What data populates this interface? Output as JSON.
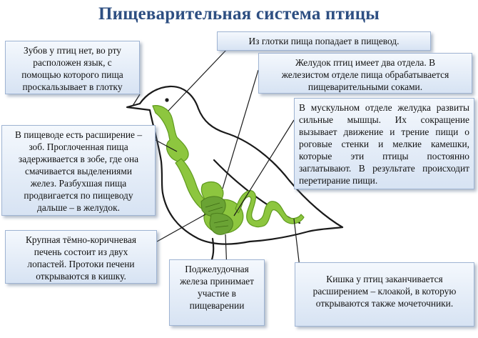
{
  "title": "Пищеварительная система птицы",
  "callouts": {
    "teeth": "Зубов у птиц нет, во рту\nрасположен язык, с\nпомощью которого пища\nпроскальзывает в глотку",
    "esophagus": "Из глотки пища попадает в пищевод.",
    "stomach": "Желудок птиц имеет два отдела. В\nжелезистом отделе пища обрабатывается\nпищеварительными соками.",
    "crop": "В пищеводе есть расширение –\nзоб. Проглоченная пища\nзадерживается в зобе, где она\nсмачивается выделениями\nжелез. Разбухшая пища\nпродвигается по пищеводу\nдальше – в желудок.",
    "muscular": "В мускульном отделе желудка развиты сильные мышцы. Их сокращение вызывает движение и трение пищи о роговые стенки и мелкие камешки, которые эти птицы постоянно заглатывают. В результате происходит перетирание пищи.",
    "liver": "Крупная тёмно-коричневая\nпечень состоит из двух\nлопастей. Протоки печени\nоткрываются в кишку.",
    "pancreas": "Поджелудочная\nжелеза принимает\nучастие в\nпищеварении",
    "intestine": "Кишка у птиц заканчивается\nрасширением – клоакой, в которую\nоткрываются также мочеточники."
  },
  "colors": {
    "title": "#2e4f82",
    "organs": "#8dc63f",
    "organs_stroke": "#5f9a1e",
    "outline": "#1a1a1a"
  }
}
